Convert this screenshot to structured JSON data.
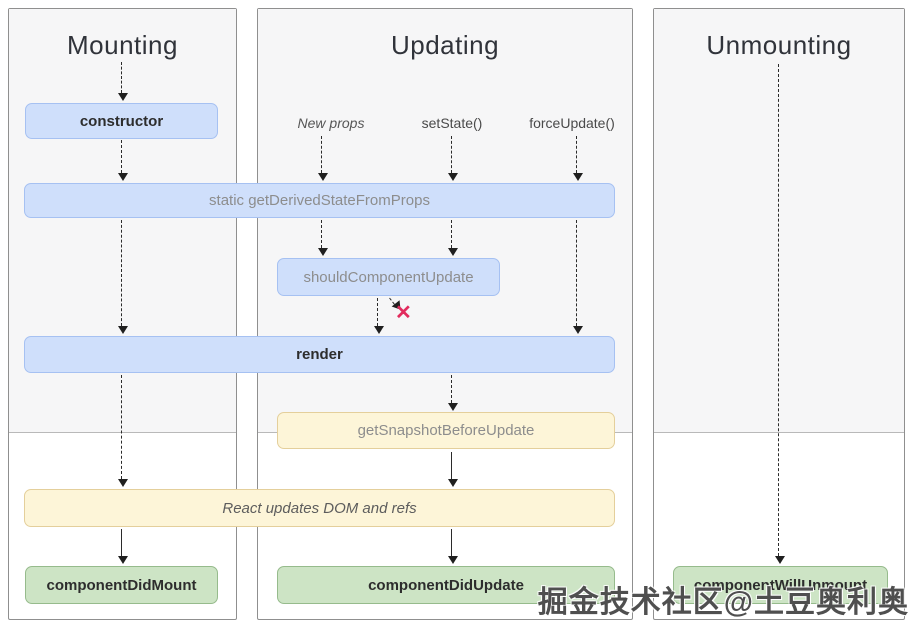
{
  "columns": [
    {
      "title": "Mounting"
    },
    {
      "title": "Updating"
    },
    {
      "title": "Unmounting"
    }
  ],
  "boxes": {
    "ctor": "constructor",
    "getDerivedStateFromProps": "static getDerivedStateFromProps",
    "shouldComponentUpdate": "shouldComponentUpdate",
    "render": "render",
    "getSnapshotBeforeUpdate": "getSnapshotBeforeUpdate",
    "reactUpdates": "React updates DOM and refs",
    "componentDidMount": "componentDidMount",
    "componentDidUpdate": "componentDidUpdate",
    "componentWillUnmount": "componentWillUnmount"
  },
  "triggers": {
    "newProps": "New props",
    "setState": "setState()",
    "forceUpdate": "forceUpdate()"
  },
  "marks": {
    "skipRenderX": "✕"
  },
  "watermark": "掘金技术社区@土豆奥利奥",
  "colors": {
    "boxBlueFill": "#cfdffb",
    "boxBlueBorder": "#a6c1f2",
    "boxYellowFill": "#fdf5d8",
    "boxYellowBorder": "#e4cf9b",
    "boxGreenFill": "#cde4c5",
    "boxGreenBorder": "#96bb8c",
    "skipXRed": "#e22c5e",
    "renderPhaseShade": "#f6f6f7",
    "panelBorder": "#8f8f8f",
    "arrow": "#2b2b2b"
  }
}
